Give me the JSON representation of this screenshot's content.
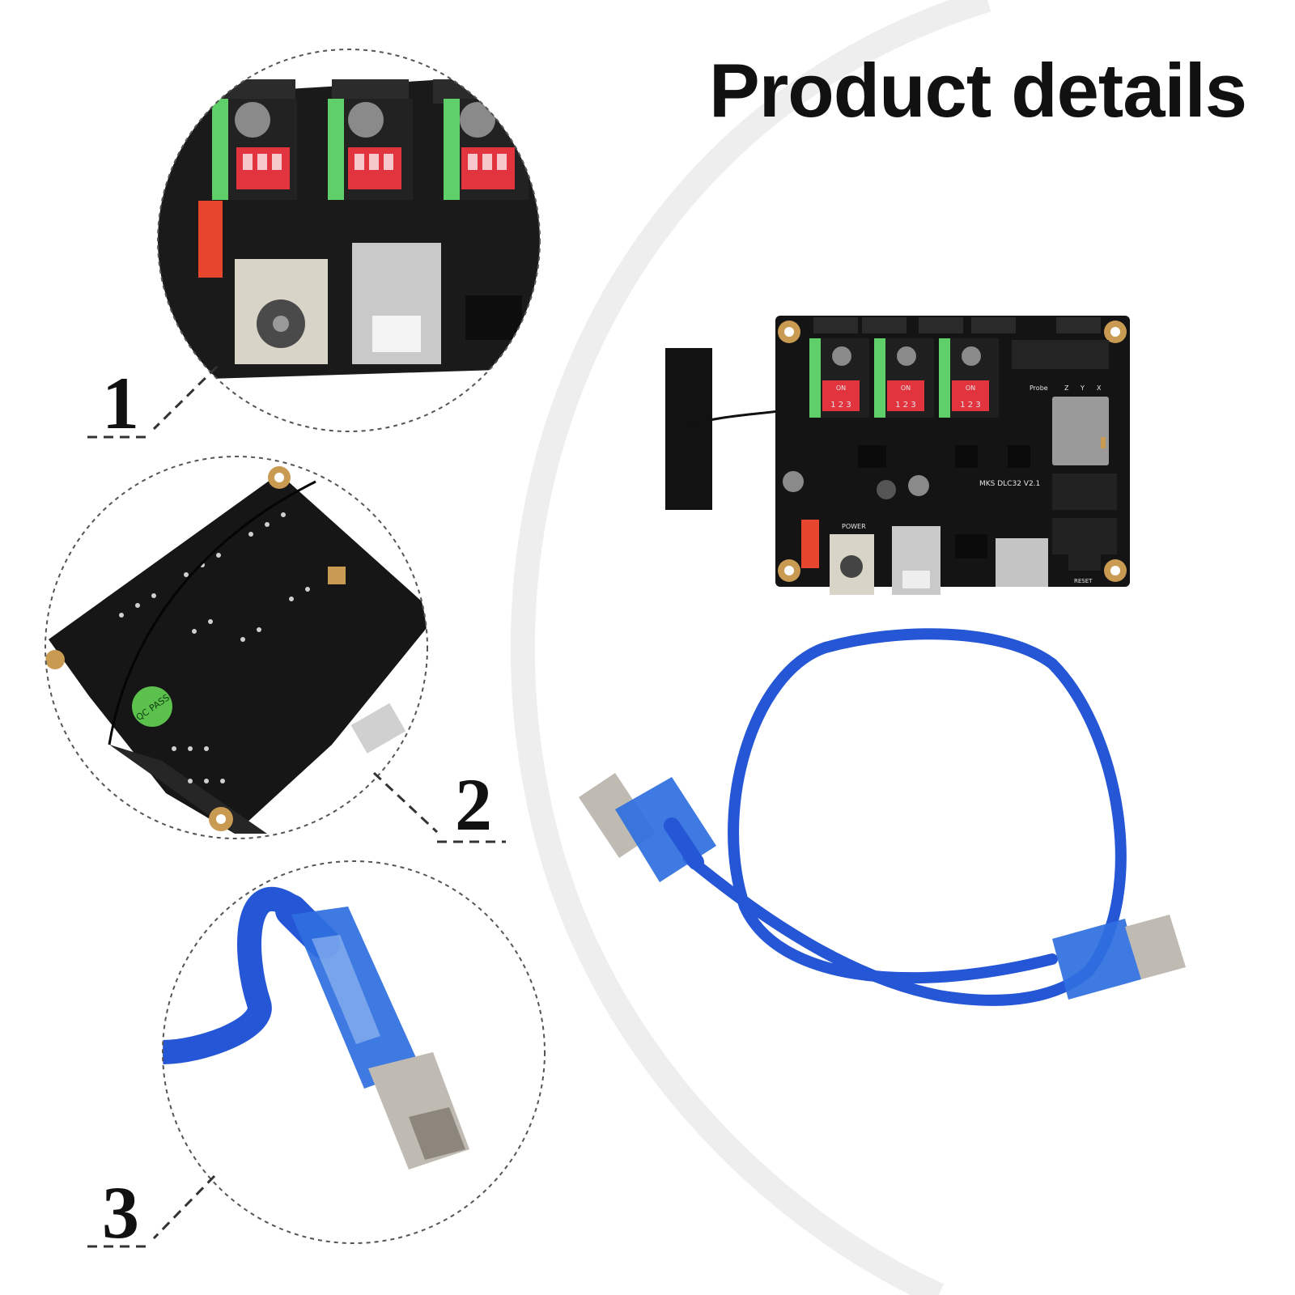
{
  "title": "Product details",
  "details": [
    {
      "label": "1"
    },
    {
      "label": "2"
    },
    {
      "label": "3"
    }
  ],
  "board": {
    "model": "MKS DLC32 V2.1",
    "power_label": "POWER",
    "reset_label": "RESET",
    "switch_label": "ON",
    "dip_numbers": "1 2 3",
    "header_labels": [
      "Probe",
      "Z",
      "Y",
      "X"
    ]
  },
  "back_label": "QC PASS",
  "colors": {
    "pcb": "#141414",
    "cable": "#2456d6",
    "terminal_green": "#5fcf6a",
    "dip_red": "#e2343f",
    "accent_bg_arc": "#eeeeee"
  }
}
